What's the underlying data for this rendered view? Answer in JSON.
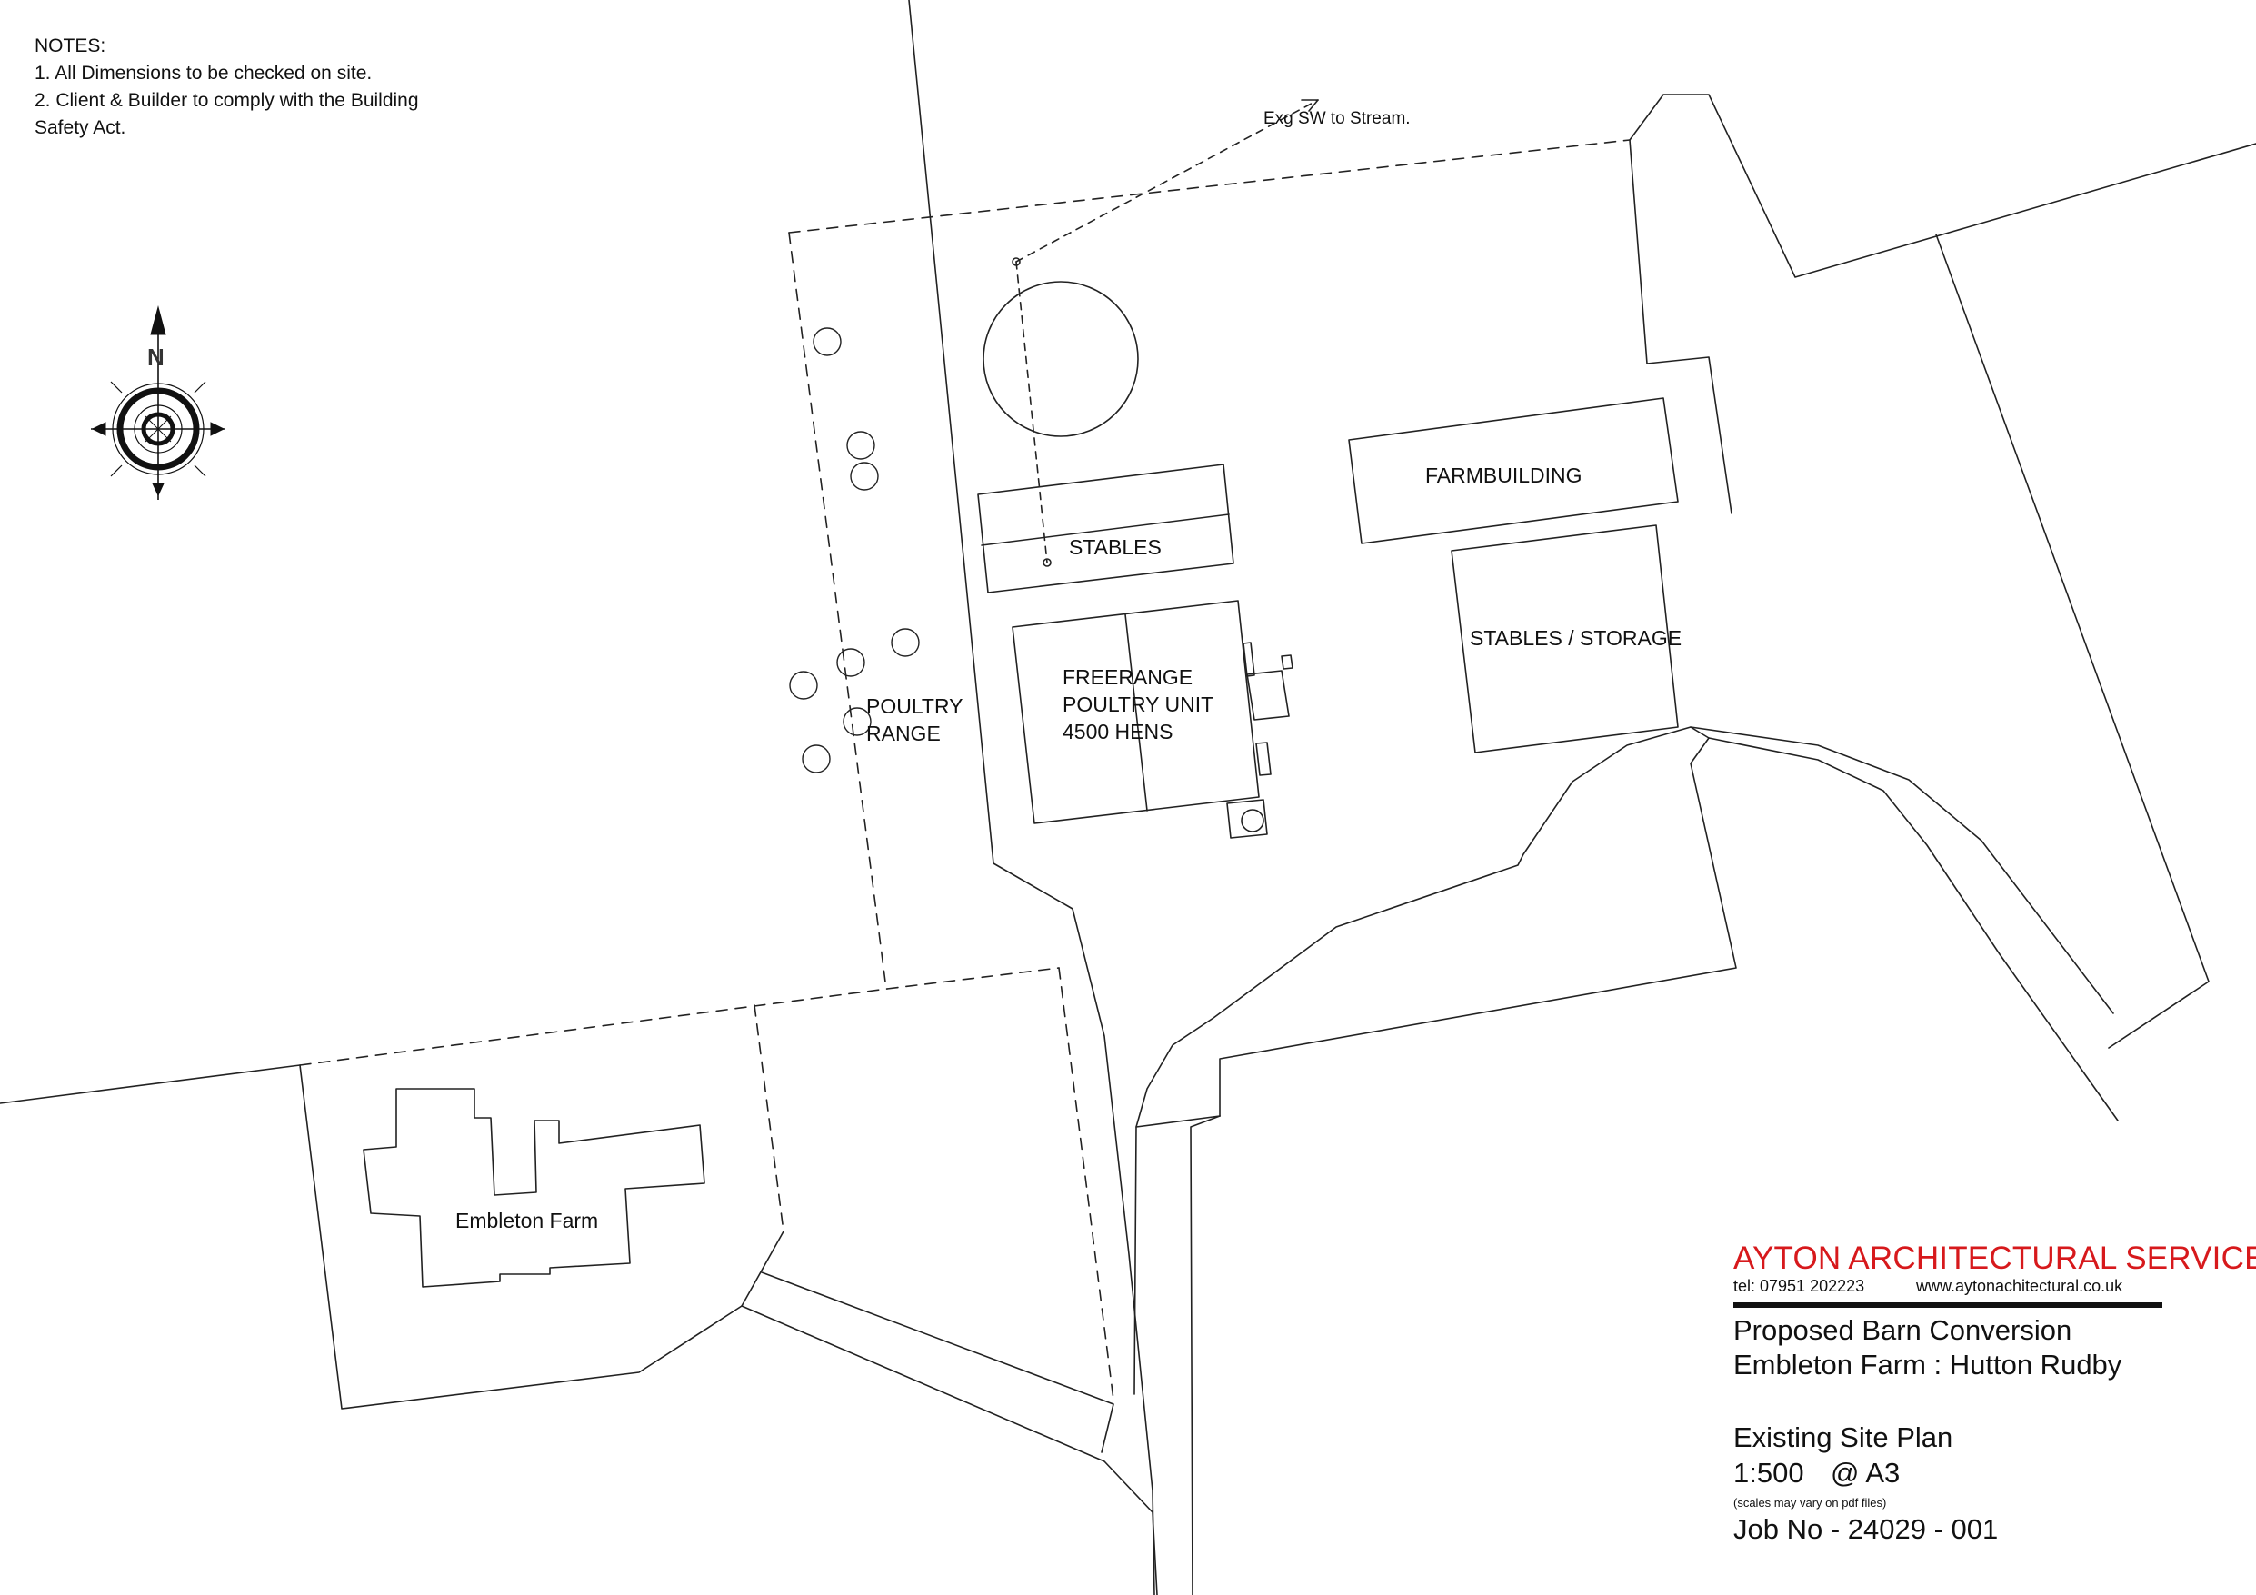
{
  "notes": {
    "heading": "NOTES:",
    "items": [
      "1. All Dimensions to be checked on site.",
      "2. Client & Builder to comply with the Building",
      "Safety Act."
    ]
  },
  "compass": {
    "letter": "N"
  },
  "labels": {
    "drain_note": "Exg SW to Stream.",
    "stables": "STABLES",
    "farmbuilding": "FARMBUILDING",
    "stables_storage": "STABLES / STORAGE",
    "poultry_unit": [
      "FREERANGE",
      "POULTRY UNIT",
      "4500 HENS"
    ],
    "poultry_range": [
      "POULTRY",
      "RANGE"
    ],
    "embleton_farm": "Embleton Farm"
  },
  "title_block": {
    "firm": "AYTON ARCHITECTURAL SERVICES",
    "tel": "tel: 07951 202223",
    "website": "www.aytonachitectural.co.uk",
    "project_line1": "Proposed Barn Conversion",
    "project_line2": "Embleton Farm : Hutton Rudby",
    "drawing_title": "Existing Site Plan",
    "scale": "1:500",
    "sheet": "@ A3",
    "scale_note": "(scales may vary on pdf files)",
    "job_no": "Job No - 24029 - 001"
  },
  "colors": {
    "line": "#222222",
    "firm_red": "#d7191c"
  }
}
